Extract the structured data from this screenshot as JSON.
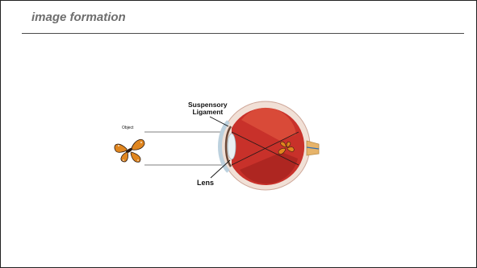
{
  "slide": {
    "title": "image formation"
  },
  "figure": {
    "label_object": "Object",
    "label_suspensory_line1": "Suspensory",
    "label_suspensory_line2": "Ligament",
    "label_lens": "Lens"
  },
  "colors": {
    "title": "#6e6e6e",
    "rule": "#4a4a4a",
    "retina": "#c8312a",
    "sclera": "#f1e0d6",
    "butterfly": "#e0861f"
  }
}
